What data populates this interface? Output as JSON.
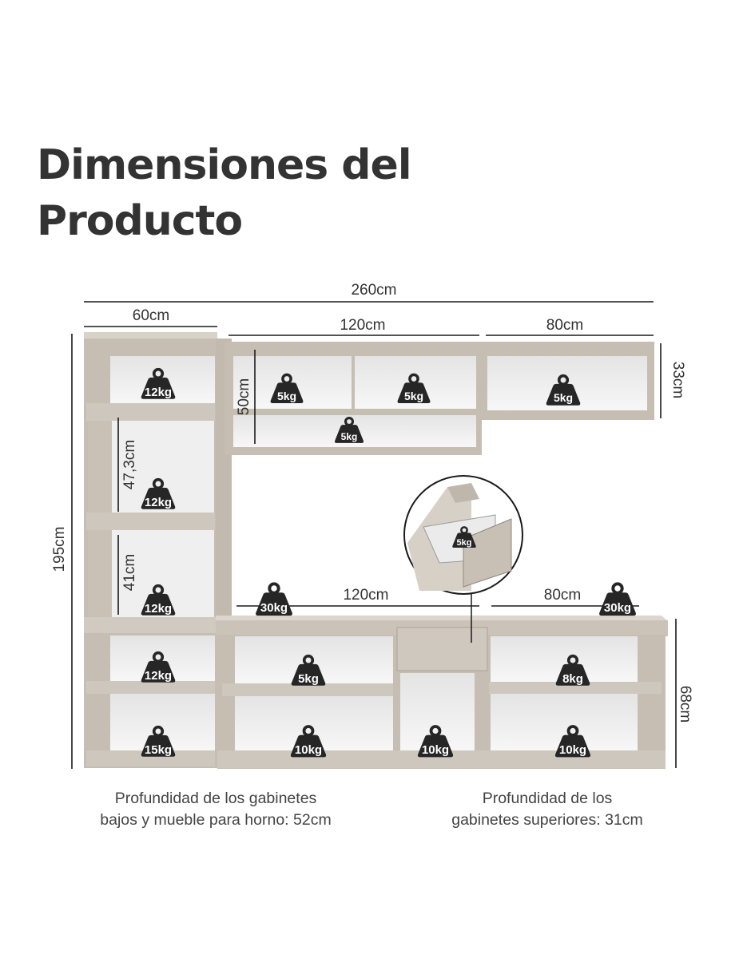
{
  "title": {
    "line1": "Dimensiones del",
    "line2": "Producto"
  },
  "dimensions": {
    "total_width": "260cm",
    "left_tower_width": "60cm",
    "upper_middle_width": "120cm",
    "upper_right_width": "80cm",
    "upper_right_height": "33cm",
    "upper_middle_height": "50cm",
    "tower_shelf_gap_1": "47,3cm",
    "tower_shelf_gap_2": "41cm",
    "total_height": "195cm",
    "counter_middle_width": "120cm",
    "counter_right_width": "80cm",
    "base_height": "68cm"
  },
  "weights": {
    "tower_top": "12kg",
    "tower_mid": "12kg",
    "tower_low": "12kg",
    "tower_base_upper": "12kg",
    "tower_base_lower": "15kg",
    "upper_left": "5kg",
    "upper_center": "5kg",
    "upper_bottom": "5kg",
    "upper_right": "5kg",
    "counter_left": "30kg",
    "counter_right": "30kg",
    "drawer": "5kg",
    "base_mid_upper": "5kg",
    "base_mid_lower": "10kg",
    "oven_lower": "10kg",
    "base_right_upper": "8kg",
    "base_right_lower": "10kg"
  },
  "notes": {
    "lower_line1": "Profundidad de los gabinetes",
    "lower_line2": "bajos y mueble para horno: 52cm",
    "upper_line1": "Profundidad de los",
    "upper_line2": "gabinetes superiores: 31cm"
  },
  "colors": {
    "cabinet": "#cbc3b8",
    "cabinet_edge": "#b3aa9e",
    "interior": "#ececec",
    "weight_icon": "#262626",
    "dimension_line": "#1a1a1a"
  }
}
